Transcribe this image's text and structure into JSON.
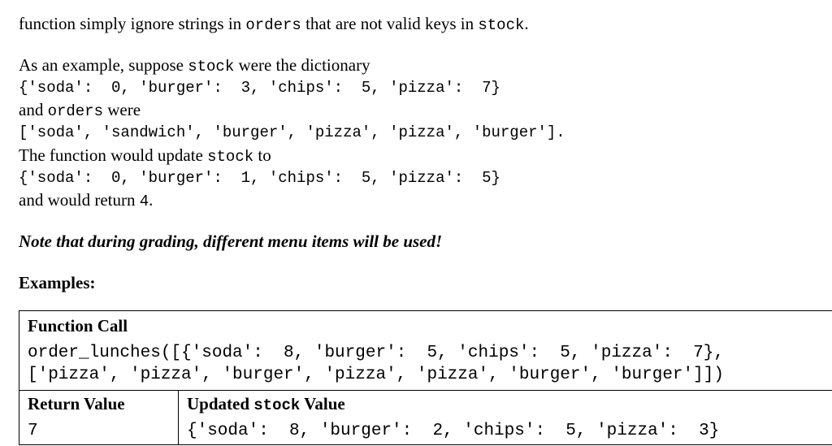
{
  "intro": {
    "pre": "function simply ignore strings in ",
    "code1": "orders",
    "mid": " that are not valid keys in ",
    "code2": "stock",
    "post": "."
  },
  "example": {
    "lead_pre": "As an example, suppose ",
    "lead_code": "stock",
    "lead_post": " were the dictionary",
    "stock_initial": "{'soda':  0, 'burger':  3, 'chips':  5, 'pizza':  7}",
    "and_text": "and ",
    "orders_code": "orders",
    "were_text": " were",
    "orders_list": "['soda', 'sandwich', 'burger', 'pizza', 'pizza', 'burger'].",
    "update_pre": "The function would update ",
    "update_code": "stock",
    "update_post": " to",
    "stock_updated": "{'soda':  0, 'burger':  1, 'chips':  5, 'pizza':  5}",
    "return_pre": "and would return ",
    "return_code": "4",
    "return_post": "."
  },
  "note": "Note that during grading, different menu items will be used!",
  "examples_heading": "Examples:",
  "table": {
    "call_header": "Function Call",
    "call_line1": "order_lunches([{'soda':  8, 'burger':  5, 'chips':  5, 'pizza':  7},",
    "call_line2": "['pizza', 'pizza', 'burger', 'pizza', 'pizza', 'burger', 'burger']])",
    "return_header": "Return Value",
    "updated_header_pre": "Updated ",
    "updated_header_code": "stock",
    "updated_header_post": " Value",
    "return_value": "7",
    "updated_value": "{'soda':  8, 'burger':  2, 'chips':  5, 'pizza':  3}"
  }
}
